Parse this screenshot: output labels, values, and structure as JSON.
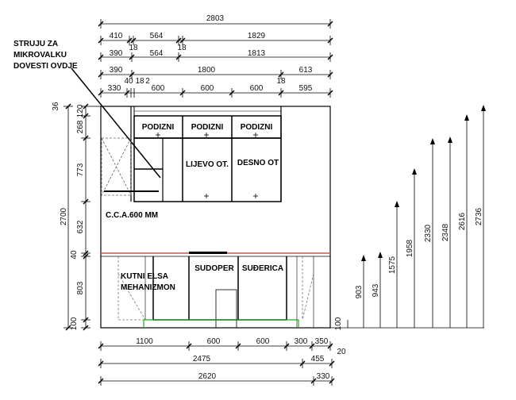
{
  "note": {
    "line1": "STRUJU ZA",
    "line2": "MIKROVALKU",
    "line3": "DOVESTI OVDJE"
  },
  "top_dims": {
    "overall": "2803",
    "row1": [
      "410",
      "564",
      "1829"
    ],
    "row1_small": [
      "18",
      "18"
    ],
    "row2": [
      "390",
      "564",
      "1813"
    ],
    "row3": [
      "390",
      "1800",
      "613"
    ],
    "row3_small": [
      "40",
      "18",
      "2",
      "18"
    ],
    "row4": [
      "330",
      "600",
      "600",
      "600",
      "595"
    ]
  },
  "left_dims": {
    "total": "2700",
    "segments": [
      "120",
      "268",
      "773",
      "632",
      "40",
      "803",
      "100"
    ],
    "side": "36"
  },
  "upper_labels": {
    "podizni1": "PODIZNI",
    "podizni2": "PODIZNI",
    "podizni3": "PODIZNI",
    "lijevo": "LIJEVO OT.",
    "desno": "DESNO OT"
  },
  "cca": "C.C.A.600 MM",
  "lower_labels": {
    "kutni1": "KUTNI ELSA",
    "kutni2": "MEHANIZMON",
    "sudoper": "SUDOPER",
    "suderica": "SUĐERICA"
  },
  "right_dims": {
    "base": "100",
    "heights": [
      "903",
      "943",
      "1575",
      "1958",
      "2330",
      "2348",
      "2616",
      "2736"
    ]
  },
  "bottom_dims": {
    "row1": [
      "1100",
      "600",
      "600",
      "300",
      "350"
    ],
    "row1_small": "20",
    "row2": [
      "2475",
      "455"
    ],
    "row3": [
      "2620",
      "330"
    ]
  }
}
